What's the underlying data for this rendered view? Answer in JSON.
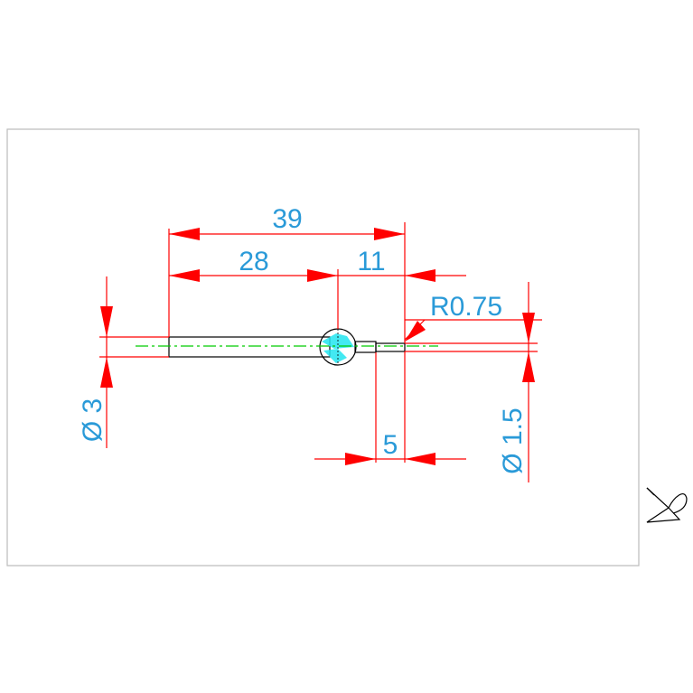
{
  "drawing": {
    "colors": {
      "dimension": "#ff0000",
      "text": "#2a9ad8",
      "outline": "#000000",
      "centerline": "#00cc00",
      "hatch": "#22e5f0",
      "frame": "#bbbbbb"
    },
    "dimensions": {
      "overall_length": "39",
      "shaft_length": "28",
      "tip_length": "11",
      "tip_radius": "R0.75",
      "neck_length": "5",
      "shaft_diameter": "Ø 3",
      "tip_diameter": "Ø 1.5"
    },
    "icons": {
      "ucs": "ucs-icon"
    }
  }
}
